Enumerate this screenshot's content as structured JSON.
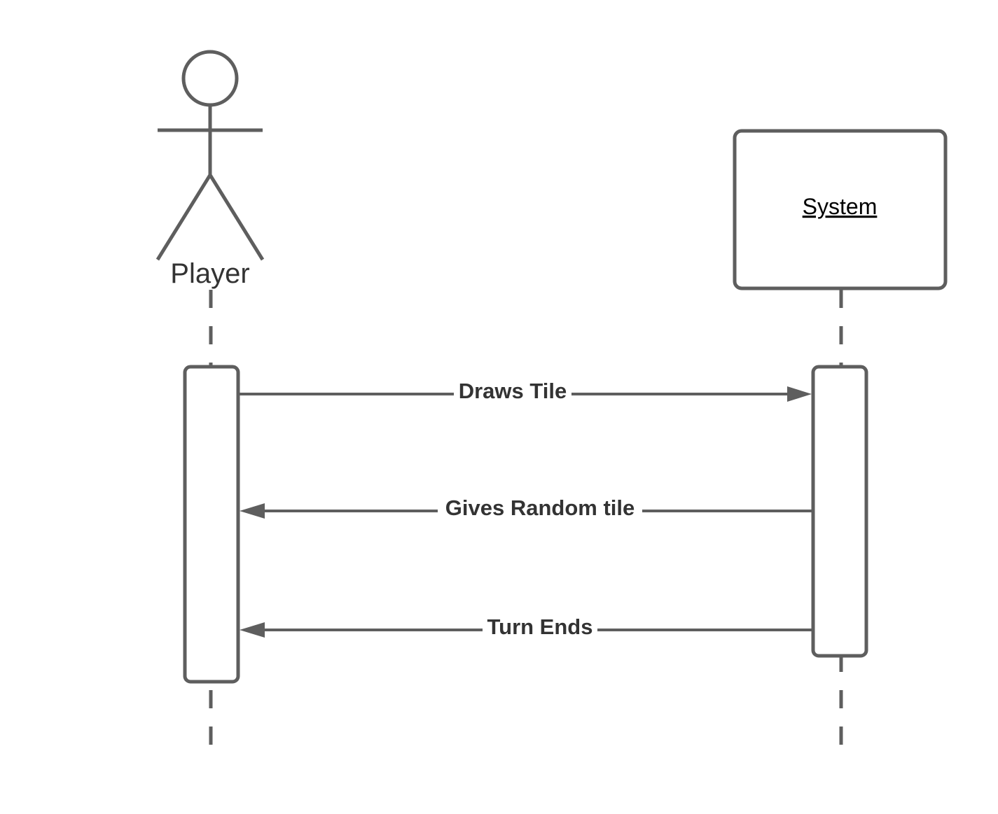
{
  "participants": {
    "player": {
      "label": "Player",
      "kind": "actor",
      "icon": "stick-figure-icon"
    },
    "system": {
      "label": "System",
      "kind": "object"
    }
  },
  "messages": [
    {
      "label": "Draws Tile",
      "from": "player",
      "to": "system"
    },
    {
      "label": "Gives Random tile",
      "from": "system",
      "to": "player"
    },
    {
      "label": "Turn Ends",
      "from": "system",
      "to": "player"
    }
  ],
  "colors": {
    "stroke": "#5e5e5e",
    "text": "#333333",
    "background": "#ffffff"
  }
}
